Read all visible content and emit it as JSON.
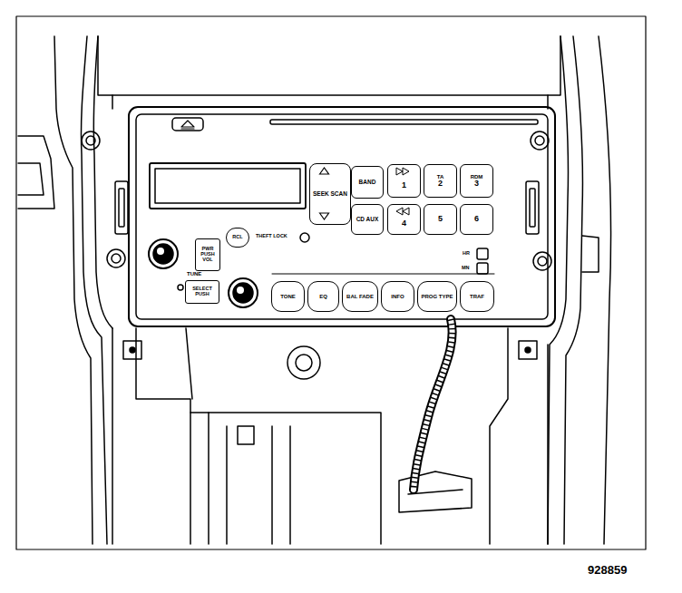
{
  "diagram": {
    "nodes": [
      {
        "text": [
          "SEEK SCAN"
        ]
      },
      {
        "text": [
          "BAND"
        ]
      },
      {
        "text": [
          "1"
        ]
      },
      {
        "text": [
          "TA",
          "2"
        ]
      },
      {
        "text": [
          "RDM",
          "3"
        ]
      },
      {
        "text": [
          "CD AUX"
        ]
      },
      {
        "text": [
          "4"
        ]
      },
      {
        "text": [
          "5"
        ]
      },
      {
        "text": [
          "6"
        ]
      },
      {
        "text": [
          "RCL"
        ]
      },
      {
        "text": [
          "PWR PUSH VOL"
        ]
      },
      {
        "text": [
          "SELECT PUSH"
        ]
      },
      {
        "text": [
          "TONE"
        ]
      },
      {
        "text": [
          "EQ"
        ]
      },
      {
        "text": [
          "BAL FADE"
        ]
      },
      {
        "text": [
          "INFO"
        ]
      },
      {
        "text": [
          "PROG TYPE"
        ]
      },
      {
        "text": [
          "TRAF"
        ]
      }
    ],
    "labels": [
      "THEFT LOCK",
      "TUNE",
      "HR",
      "MN",
      "928859"
    ]
  }
}
